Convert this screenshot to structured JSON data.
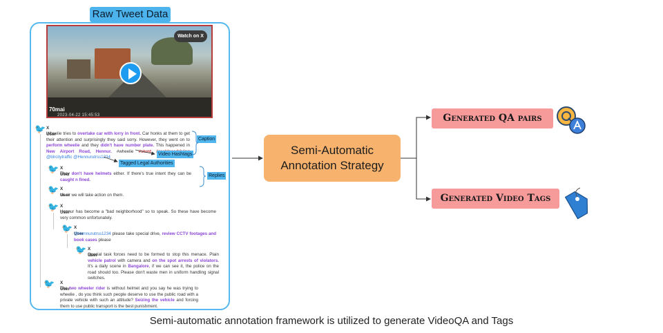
{
  "raw_title": "Raw Tweet Data",
  "video": {
    "watch_label": "Watch on X",
    "logo": "70mai",
    "stamp": "2023-04-22  15:45:53"
  },
  "tweets": [
    {
      "user": "X User",
      "segments": [
        {
          "t": "Wheelie tries to "
        },
        {
          "t": "overtake car with lorry in front.",
          "c": "hl-purple"
        },
        {
          "t": " Car honks at them to get their attention and surprisingly they said sorry. However, they went on to "
        },
        {
          "t": "perform wheelie",
          "c": "hl-purple"
        },
        {
          "t": " and they "
        },
        {
          "t": "didn't have number plate.",
          "c": "hl-purple"
        },
        {
          "t": " This happened in "
        },
        {
          "t": "New Airport Road, Hennur.",
          "c": "hl-purple"
        },
        {
          "t": " #wheelie"
        },
        {
          "t": " ",
          "c": ""
        },
        {
          "t": "#stunt #recklessdriving",
          "c": "hl-red"
        },
        {
          "t": " "
        },
        {
          "t": "@blrcitytraffic @Hennurutrss1234",
          "c": "hl-blue"
        }
      ]
    },
    {
      "user": "X User",
      "segments": [
        {
          "t": "They "
        },
        {
          "t": "don't have helmets",
          "c": "hl-purple"
        },
        {
          "t": " either. If there's true intent they can be "
        },
        {
          "t": "caught n fined.",
          "c": "hl-purple"
        }
      ]
    },
    {
      "user": "X User",
      "segments": [
        {
          "t": "ok sir we will take action on them."
        }
      ]
    },
    {
      "user": "X User",
      "segments": [
        {
          "t": "Hennur has become a \"bad neighborhood\" so to speak. So these have become very common unfortunately."
        }
      ]
    },
    {
      "user": "X User",
      "segments": [
        {
          "t": "@Hennurutrss1234",
          "c": "hl-blue"
        },
        {
          "t": " please take special drive, "
        },
        {
          "t": "review CCTV footages and book cases",
          "c": "hl-purple"
        },
        {
          "t": " please"
        }
      ]
    },
    {
      "user": "X User",
      "segments": [
        {
          "t": "Special task forces need to be formed to stop this menace. Plain "
        },
        {
          "t": "vehicle patrol",
          "c": "hl-purple"
        },
        {
          "t": " with camera and "
        },
        {
          "t": "on the spot arrests of violators.",
          "c": "hl-purple"
        },
        {
          "t": " It's a daily scene in "
        },
        {
          "t": "Bangalore",
          "c": "hl-purple"
        },
        {
          "t": ", if we can see it, the police on the road should too. Please don't waste men in uniform handling signal switches."
        }
      ]
    },
    {
      "user": "X User",
      "segments": [
        {
          "t": "The "
        },
        {
          "t": "two wheeler rider",
          "c": "hl-purple"
        },
        {
          "t": " is without helmet and you say he was trying to wheelie , do you think such people deserve to use the public road with a private vehicle with such an attitude? "
        },
        {
          "t": "Seizing the vehicle",
          "c": "hl-purple"
        },
        {
          "t": " and forcing them to use public transport is the best punishment."
        }
      ]
    }
  ],
  "labels": {
    "caption": "Caption",
    "video_hashtags": "Video Hashtags",
    "tagged_authorities": "Tagged Legal Authorities",
    "replies": "Replies"
  },
  "strategy": {
    "line1": "Semi-Automatic",
    "line2": "Annotation Strategy"
  },
  "outputs": {
    "qa": "Generated QA pairs",
    "tags": "Generated Video Tags"
  },
  "icons": {
    "qa": "qa-chat-icon",
    "tags": "price-tag-icon",
    "tweet": "twitter-bird-icon",
    "play": "play-icon"
  },
  "colors": {
    "panel_border": "#55b8ee",
    "strategy": "#f7b26d",
    "outputs": "#f69a9a",
    "label": "#52b6ee",
    "highlight": "#8b45d6"
  },
  "caption": "Semi-automatic annotation framework is utilized to generate VideoQA and Tags"
}
